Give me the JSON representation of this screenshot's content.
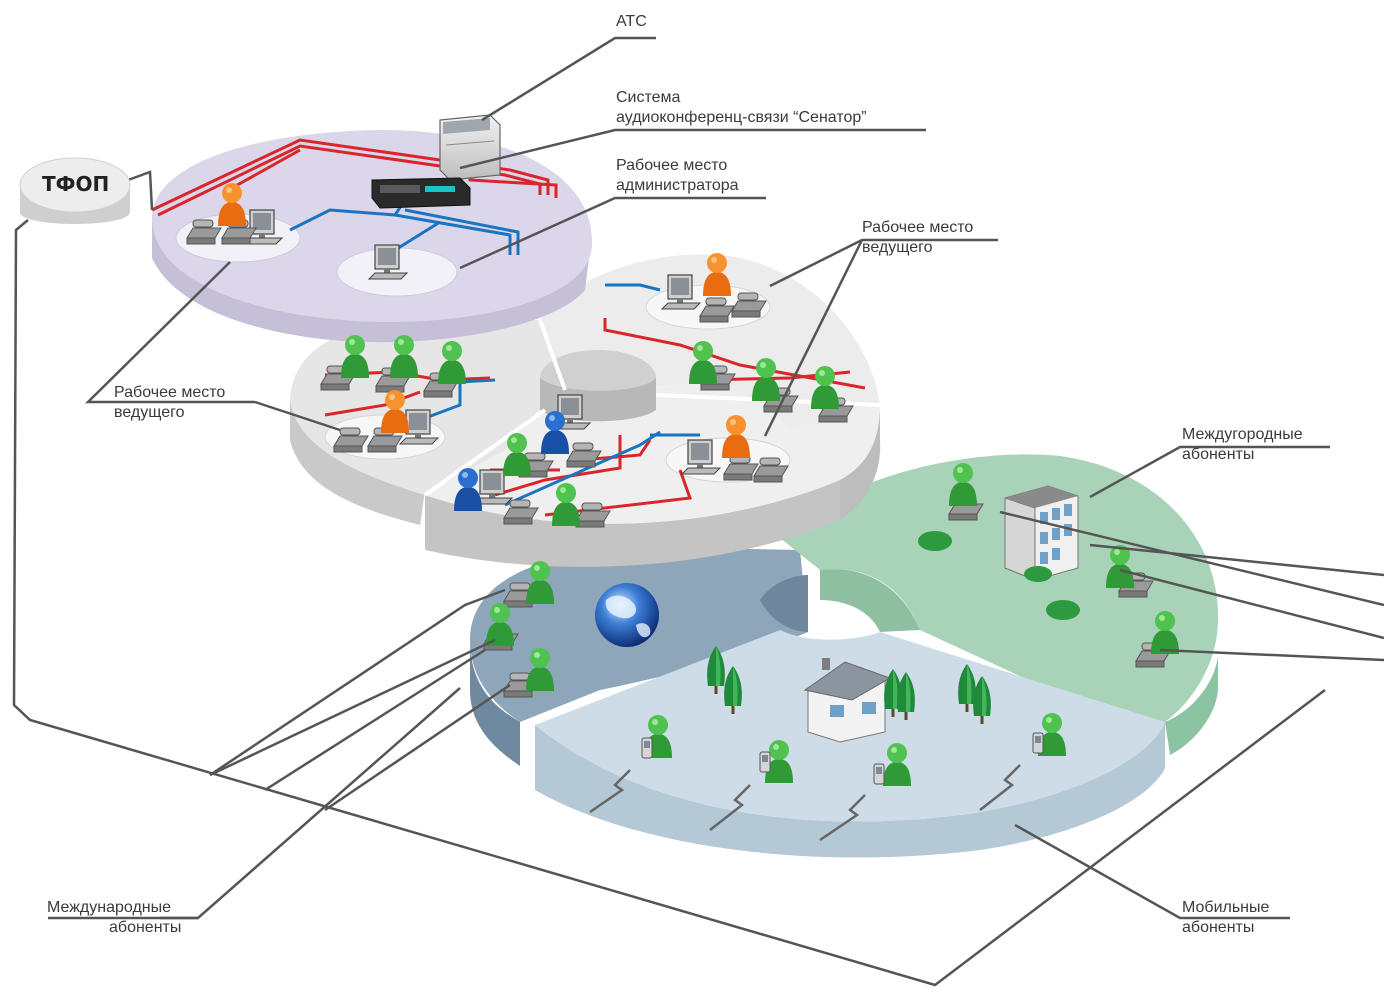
{
  "labels": {
    "atc": "АТС",
    "senator_line1": "Система",
    "senator_line2": "аудиоконференц-связи “Сенатор”",
    "admin_line1": "Рабочее место",
    "admin_line2": "администратора",
    "host_right_line1": "Рабочее место",
    "host_right_line2": "ведущего",
    "host_left_line1": "Рабочее место",
    "host_left_line2": "ведущего",
    "longdistance_line1": "Междугородные",
    "longdistance_line2": "абоненты",
    "international_line1": "Международные",
    "international_line2": "абоненты",
    "mobile_line1": "Мобильные",
    "mobile_line2": "абоненты",
    "pstn": "ТФОП"
  },
  "icons": [
    "pbx-icon",
    "conference-unit-icon",
    "computer-icon",
    "desk-phone-icon",
    "user-icon",
    "globe-icon",
    "building-icon",
    "house-icon",
    "tree-icon",
    "mobile-phone-icon"
  ],
  "colors": {
    "top_disk": "#dcd6ea",
    "middle_disk": "#e8e8e8",
    "international_disk": "#8ea6ba",
    "longdistance_disk": "#a9d3b9",
    "mobile_disk": "#cddce6",
    "red_line": "#d8262b",
    "blue_line": "#1a74c0",
    "user_green": "#33a13a",
    "user_orange": "#ee7a16",
    "user_blue": "#1b5fb8",
    "connector": "#555555"
  }
}
